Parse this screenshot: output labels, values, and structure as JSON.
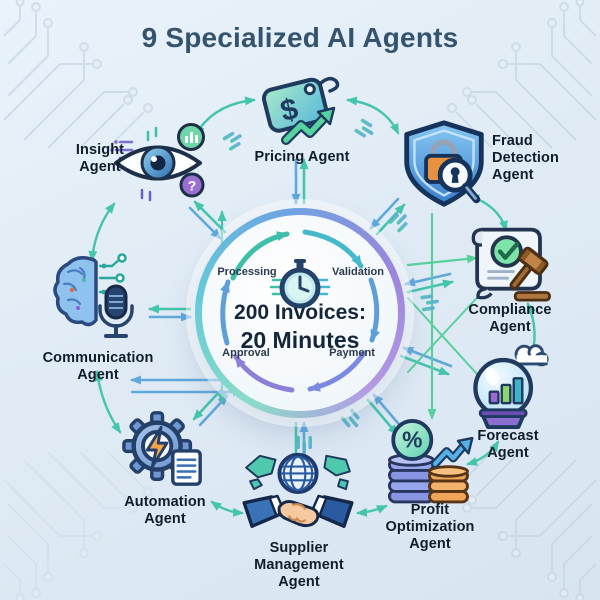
{
  "title": "9 Specialized AI Agents",
  "hub": {
    "invoice_line1": "200 Invoices:",
    "invoice_line2": "20 Minutes",
    "phases": {
      "top_left": "Processing",
      "top_right": "Validation",
      "bottom_left": "Approval",
      "bottom_right": "Payment"
    },
    "icon": "stopwatch-icon"
  },
  "agents": [
    {
      "name": "Insight Agent",
      "icon": "eye-analytics-icon",
      "lines": [
        "Insight",
        "Agent"
      ]
    },
    {
      "name": "Pricing Agent",
      "icon": "price-tag-icon",
      "lines": [
        "Pricing Agent"
      ]
    },
    {
      "name": "Fraud Detection Agent",
      "icon": "shield-lock-magnifier-icon",
      "lines": [
        "Fraud",
        "Detection",
        "Agent"
      ]
    },
    {
      "name": "Compliance Agent",
      "icon": "document-check-gavel-icon",
      "lines": [
        "Compliance",
        "Agent"
      ]
    },
    {
      "name": "Forecast Agent",
      "icon": "crystal-ball-chart-icon",
      "lines": [
        "Forecast",
        "Agent"
      ]
    },
    {
      "name": "Profit Optimization Agent",
      "icon": "coins-percent-arrow-icon",
      "lines": [
        "Profit",
        "Optimization",
        "Agent"
      ]
    },
    {
      "name": "Supplier Management Agent",
      "icon": "handshake-globe-icon",
      "lines": [
        "Supplier",
        "Management",
        "Agent"
      ]
    },
    {
      "name": "Automation Agent",
      "icon": "gear-lightning-doc-icon",
      "lines": [
        "Automation",
        "Agent"
      ]
    },
    {
      "name": "Communication Agent",
      "icon": "brain-microphone-icon",
      "lines": [
        "Communication",
        "Agent"
      ]
    }
  ],
  "glyphs": {
    "dollar": "$",
    "percent": "%",
    "question": "?"
  },
  "colors": {
    "background": "#e0ebf5",
    "title_text": "#33536e",
    "label_text": "#101d2b",
    "teal_arrow": "#45c4ae",
    "blue_arrow": "#5fa8dc",
    "green_arrow": "#58d09e",
    "purple_arrow": "#8b7fd8",
    "hub_ring": [
      "#8adcc8",
      "#64c9da",
      "#6fa3e2",
      "#9a86dc"
    ],
    "circuit_lines": "#c6d5e4"
  }
}
